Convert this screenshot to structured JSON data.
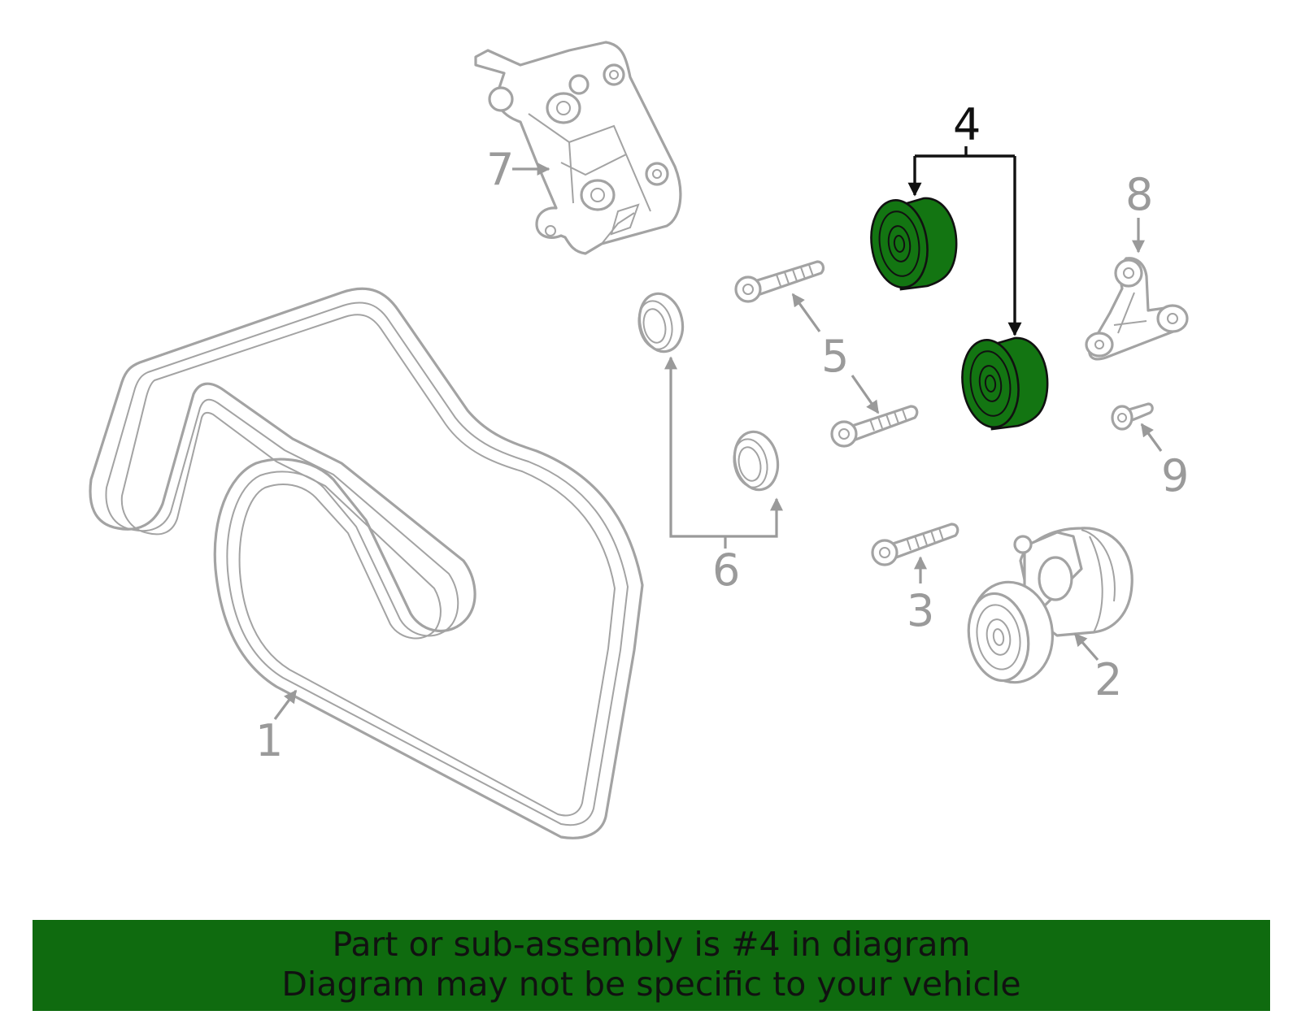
{
  "diagram": {
    "callouts": {
      "c1": "1",
      "c2": "2",
      "c3": "3",
      "c4": "4",
      "c5": "5",
      "c6": "6",
      "c7": "7",
      "c8": "8",
      "c9": "9"
    },
    "highlight_color": "#137512"
  },
  "banner": {
    "line1": "Part or sub-assembly is #4 in diagram",
    "line2": "Diagram may not be specific to your vehicle",
    "background": "#0f6b0f"
  }
}
